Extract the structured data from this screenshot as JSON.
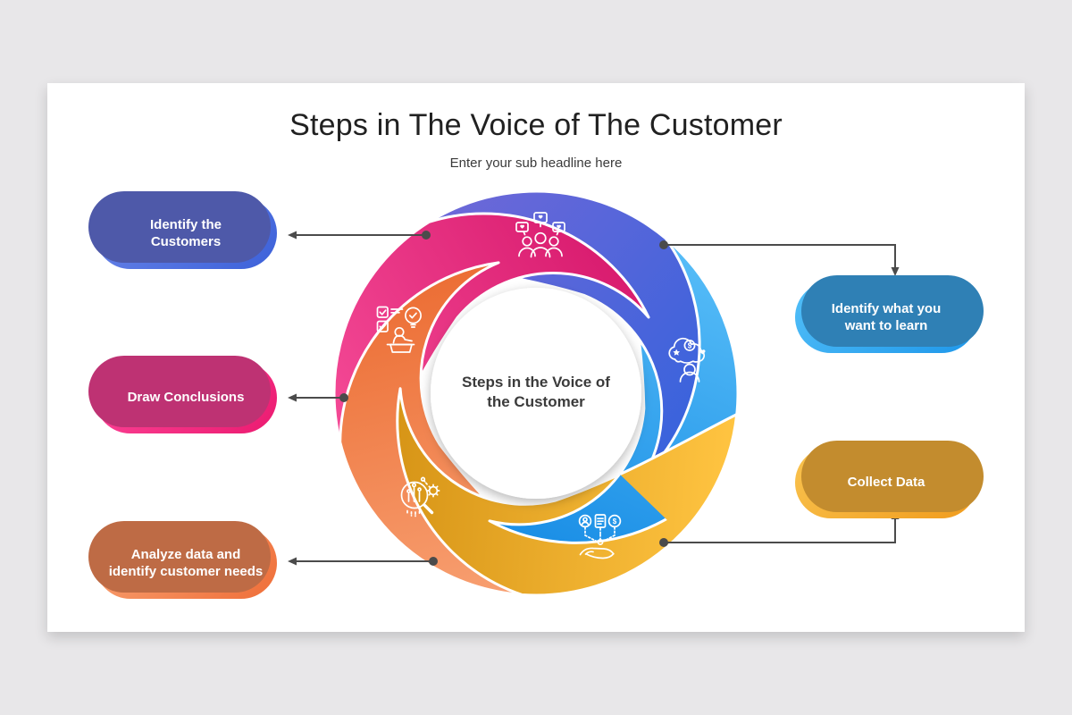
{
  "title": "Steps in The Voice of The Customer",
  "subtitle": "Enter your sub headline here",
  "center_label": "Steps in the Voice of the Customer",
  "steps": [
    {
      "order": 1,
      "label": "Identify the Customers",
      "position": "left-top",
      "pill_from": "#6D87E9",
      "pill_to": "#3C61D9",
      "pill_edge": "#4E59A9"
    },
    {
      "order": 2,
      "label": "Identify what you want to learn",
      "position": "right-top",
      "pill_from": "#52BFF8",
      "pill_to": "#1E97EA",
      "pill_edge": "#2F80B5"
    },
    {
      "order": 3,
      "label": "Collect Data",
      "position": "right-bottom",
      "pill_from": "#F9C34F",
      "pill_to": "#F09B1C",
      "pill_edge": "#C38C2E"
    },
    {
      "order": 4,
      "label": "Analyze data and identify customer needs",
      "position": "left-bottom",
      "pill_from": "#F9A678",
      "pill_to": "#EF6E38",
      "pill_edge": "#BE6B45"
    },
    {
      "order": 5,
      "label": "Draw Conclusions",
      "position": "left-middle",
      "pill_from": "#FF4A9C",
      "pill_to": "#EB1A70",
      "pill_edge": "#BE3273"
    }
  ],
  "swirl": {
    "dollar_glyph": "$",
    "segments": [
      {
        "step": "Identify the Customers",
        "icon": "customers-group-icon",
        "from": "#6E68D8",
        "to": "#3A63DC"
      },
      {
        "step": "Identify what you want to learn",
        "icon": "person-thought-cloud-icon",
        "from": "#58BEF8",
        "to": "#1B8FE6"
      },
      {
        "step": "Collect Data",
        "icon": "hand-data-network-icon",
        "from": "#FFC441",
        "to": "#D79517"
      },
      {
        "step": "Analyze data and identify customer needs",
        "icon": "analyze-magnifier-icon",
        "from": "#F8A173",
        "to": "#EC6E35"
      },
      {
        "step": "Draw Conclusions",
        "icon": "conclusions-podium-icon",
        "from": "#F54B97",
        "to": "#D91C6F"
      }
    ]
  },
  "connector_color": "#4B4B4B",
  "background_color": "#E8E7E9",
  "card_color": "#FFFFFF"
}
